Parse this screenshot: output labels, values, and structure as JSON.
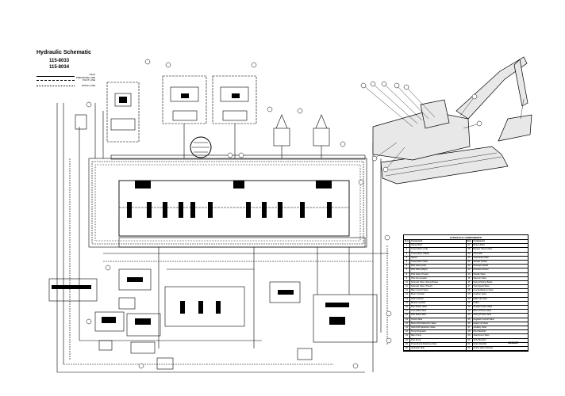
{
  "title": "Hydraulic Schematic",
  "part_numbers": [
    "115-8033",
    "115-8034"
  ],
  "legend": [
    {
      "text": "HIGH PRESSURE LINE",
      "style": "solid"
    },
    {
      "text": "PILOT LINE",
      "style": "dashed"
    },
    {
      "text": "DRAIN LINE",
      "style": "dotted"
    }
  ],
  "component_table": {
    "title": "HYDRAULIC COMPONENTS",
    "headers": {
      "item": "Item",
      "component": "Component"
    },
    "left": [
      {
        "n": "1",
        "t": "Swing Motor"
      },
      {
        "n": "2",
        "t": "Travel Motor (Left)"
      },
      {
        "n": "3",
        "t": "Travel Motor (Right)"
      },
      {
        "n": "4",
        "t": "Swivel"
      },
      {
        "n": "5",
        "t": "Travel Alarm Valve"
      },
      {
        "n": "6",
        "t": "Pilot Valve (Left)"
      },
      {
        "n": "7",
        "t": "Pilot Valve (Right)"
      },
      {
        "n": "8",
        "t": "Pilot Valve (Travel)"
      },
      {
        "n": "9",
        "t": "Pilot Accumulator"
      },
      {
        "n": "10",
        "t": "Solenoid Valve (Swing Brake)"
      },
      {
        "n": "11",
        "t": "Solenoid Valve (Travel)"
      },
      {
        "n": "12",
        "t": "Main Control Valve"
      },
      {
        "n": "13",
        "t": "Boom Cylinder"
      },
      {
        "n": "14",
        "t": "Stick Cylinder"
      },
      {
        "n": "15",
        "t": "Bucket Cylinder"
      },
      {
        "n": "16",
        "t": "Main Relief Valve"
      },
      {
        "n": "17",
        "t": "Line Relief Valve"
      },
      {
        "n": "18",
        "t": "Pilot Relief Valve"
      },
      {
        "n": "19",
        "t": "Check Valve"
      },
      {
        "n": "20",
        "t": "Boom Drift Reduction Valve"
      },
      {
        "n": "21",
        "t": "Stick Drift Reduction Valve"
      },
      {
        "n": "22",
        "t": "Pump Regulator"
      },
      {
        "n": "23",
        "t": "Main Pump"
      },
      {
        "n": "24",
        "t": "Pilot Pump"
      },
      {
        "n": "25",
        "t": "Proportional Reducing Valve"
      },
      {
        "n": "26",
        "t": "Hydraulic Tank"
      }
    ],
    "right": [
      {
        "n": "27",
        "t": "Return Filter"
      },
      {
        "n": "28",
        "t": "Bypass Check Valve"
      },
      {
        "n": "29",
        "t": "Oil Cooler"
      },
      {
        "n": "30",
        "t": "Case Drain Filter"
      },
      {
        "n": "31",
        "t": "Suction Screen"
      },
      {
        "n": "32",
        "t": "Pressure Switch"
      },
      {
        "n": "33",
        "t": "Pressure Sensor"
      },
      {
        "n": "34",
        "t": "Shuttle Valve"
      },
      {
        "n": "35",
        "t": "Selector Valve"
      },
      {
        "n": "36",
        "t": "Swing Parking Brake"
      },
      {
        "n": "37",
        "t": "Two-Speed Valve"
      },
      {
        "n": "38",
        "t": "Counterbalance Valve"
      },
      {
        "n": "39",
        "t": "Cushion Valve"
      },
      {
        "n": "40",
        "t": "Make-Up Valve"
      },
      {
        "n": "41",
        "t": "Orifice"
      },
      {
        "n": "42",
        "t": "Straight Travel Valve"
      },
      {
        "n": "43",
        "t": "Boom Priority Valve"
      },
      {
        "n": "44",
        "t": "Swing Priority Valve"
      },
      {
        "n": "45",
        "t": "Negative Control Valve"
      },
      {
        "n": "46",
        "t": "Heavy Lift Valve"
      },
      {
        "n": "47",
        "t": "Auxiliary Valve"
      },
      {
        "n": "48",
        "t": "Pilot Manifold"
      },
      {
        "n": "49",
        "t": "Attachment Valve"
      },
      {
        "n": "50",
        "t": "Tank Breather"
      },
      {
        "n": "51",
        "t": "Drain Manifold"
      },
      {
        "n": "52",
        "t": "Check Valve (Return)"
      }
    ]
  },
  "document_number": "153037",
  "colors": {
    "ink": "#000000",
    "paper": "#ffffff",
    "machine_fill": "#e8e8e8"
  }
}
